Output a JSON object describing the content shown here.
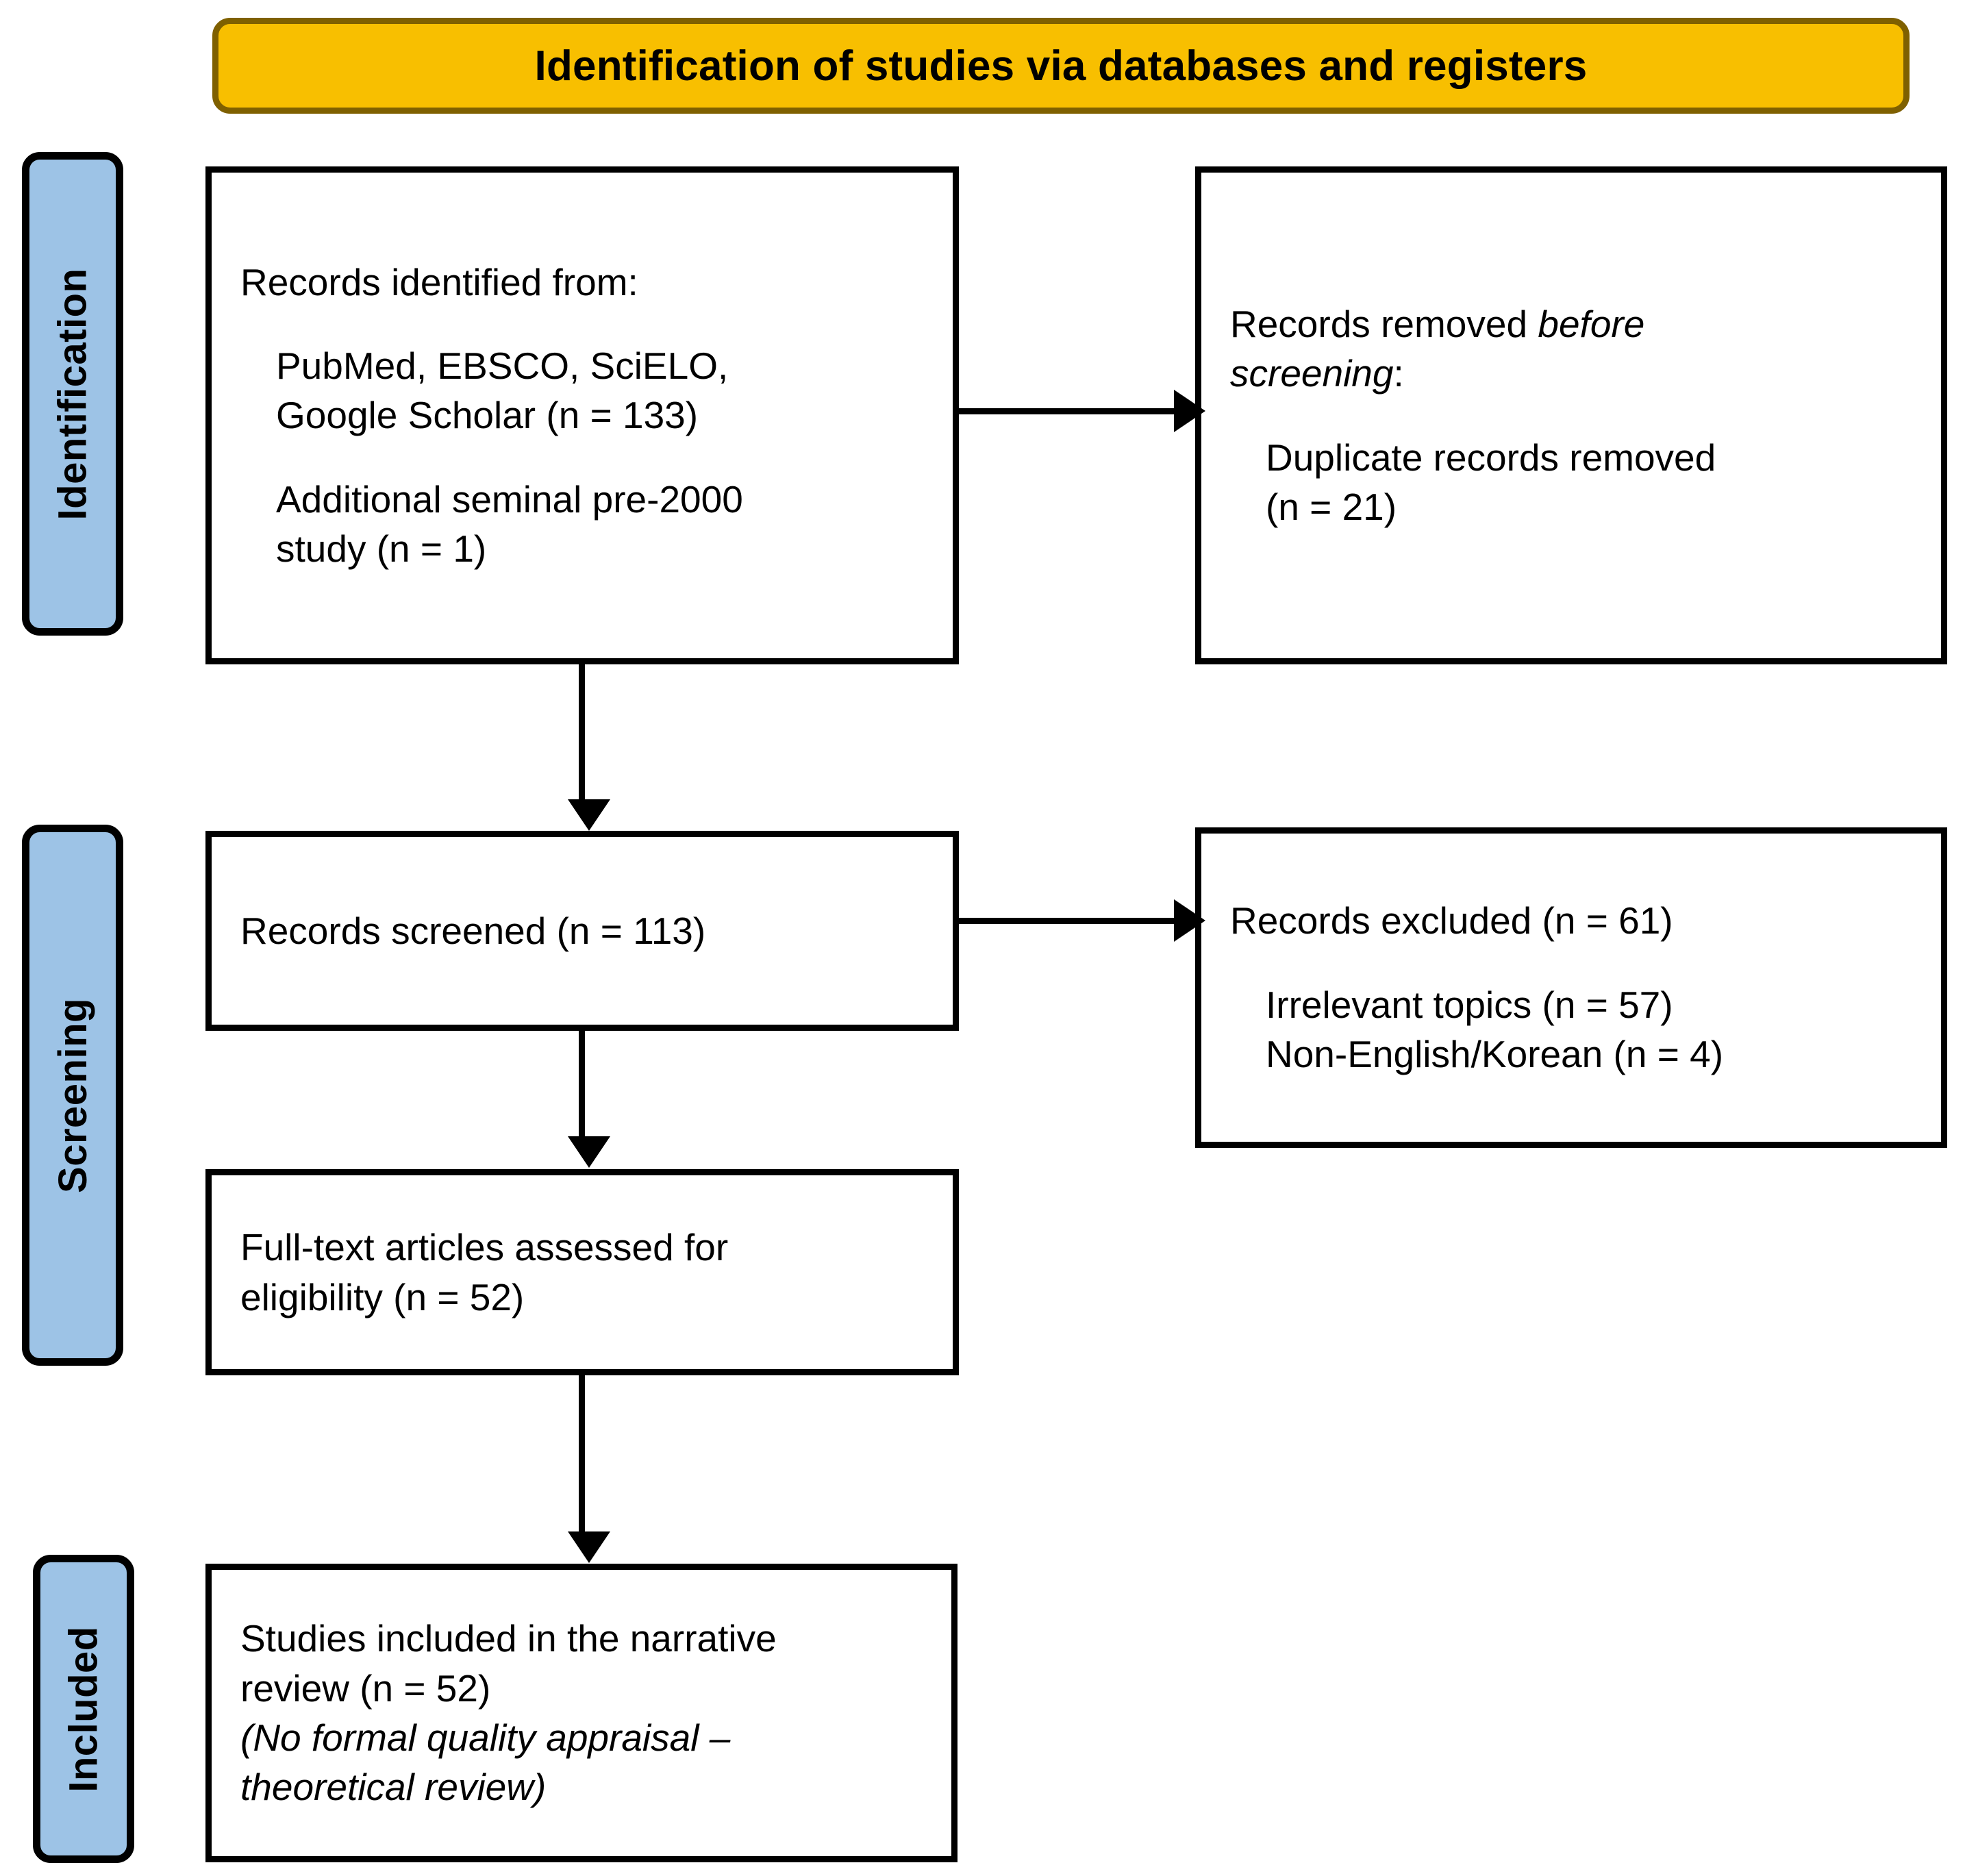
{
  "header": {
    "title": "Identification of studies via databases and registers",
    "fill_color": "#F8BF00",
    "border_color": "#7F6000"
  },
  "stages": {
    "fill_color": "#9DC3E6",
    "border_color": "#000000",
    "identification": "Identification",
    "screening": "Screening",
    "included": "Included"
  },
  "boxes": {
    "identified": {
      "line1": "Records identified from:",
      "line2": "PubMed, EBSCO, SciELO,",
      "line3": "Google Scholar (n = 133)",
      "line4": "Additional seminal pre-2000",
      "line5": "study (n = 1)"
    },
    "removed": {
      "line1_a": "Records removed ",
      "line1_b": "before",
      "line2_b": "screening",
      "line2_c": ":",
      "line3": "Duplicate records removed",
      "line4": "(n = 21)"
    },
    "screened": {
      "line1": "Records screened (n = 113)"
    },
    "excluded": {
      "line1": "Records excluded (n = 61)",
      "line2": "Irrelevant topics (n = 57)",
      "line3": "Non-English/Korean (n = 4)"
    },
    "fulltext": {
      "line1": "Full-text articles assessed for",
      "line2": "eligibility (n = 52)"
    },
    "included": {
      "line1": "Studies included in the narrative",
      "line2": "review (n = 52)",
      "line3_italic": "(No formal quality appraisal –",
      "line4_italic": "theoretical review)"
    }
  }
}
